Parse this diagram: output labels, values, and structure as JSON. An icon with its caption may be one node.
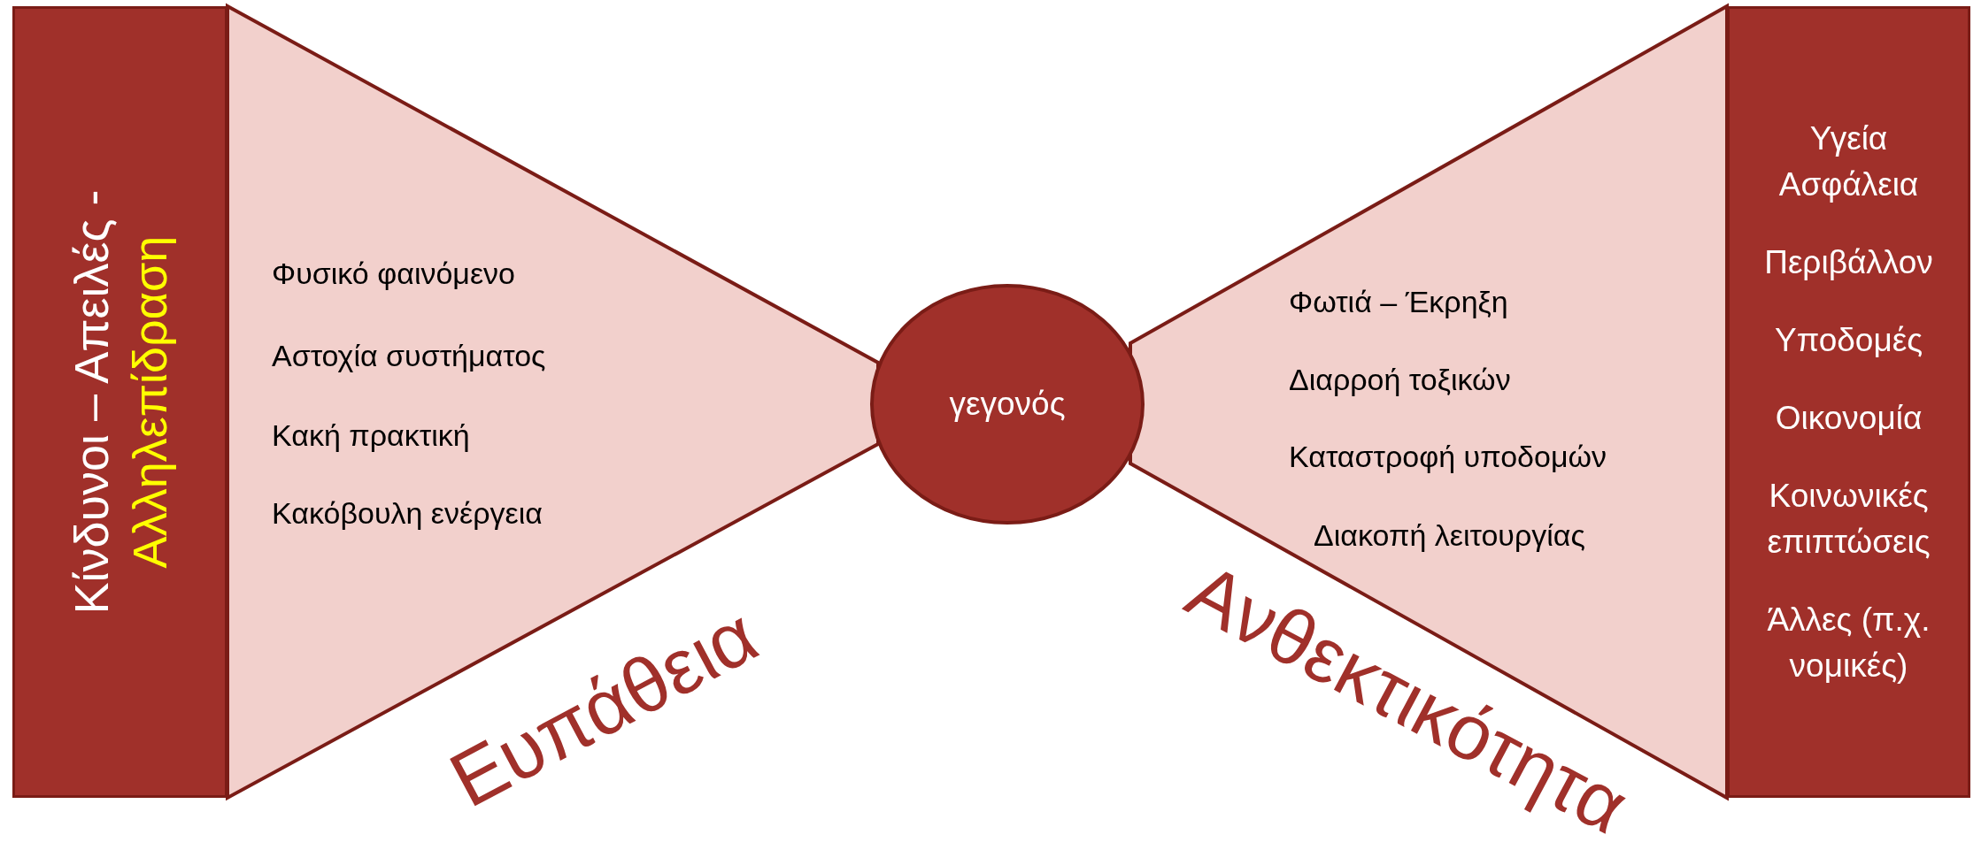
{
  "diagram": {
    "nodes": [
      {
        "text": [
          "Κίνδυνοι – Απειλές -",
          "Αλληλεπίδραση"
        ]
      },
      {
        "text": [
          "Φυσικό φαινόμενο",
          "Αστοχία συστήματος",
          "Κακή πρακτική",
          "Κακόβουλη ενέργεια"
        ],
        "beside": [
          "Ευπάθεια"
        ]
      },
      {
        "text": [
          "γεγονός"
        ]
      },
      {
        "text": [
          "Φωτιά – Έκρηξη",
          "Διαρροή τοξικών",
          "Καταστροφή υποδομών",
          "Διακοπή λειτουργίας"
        ],
        "beside": [
          "Ανθεκτικότητα"
        ]
      },
      {
        "text": [
          "Υγεία Ασφάλεια",
          "Περιβάλλον",
          "Υποδομές",
          "Οικονομία",
          "Κοινωνικές επιπτώσεις",
          "Άλλες (π.χ. νομικές)"
        ]
      }
    ]
  }
}
